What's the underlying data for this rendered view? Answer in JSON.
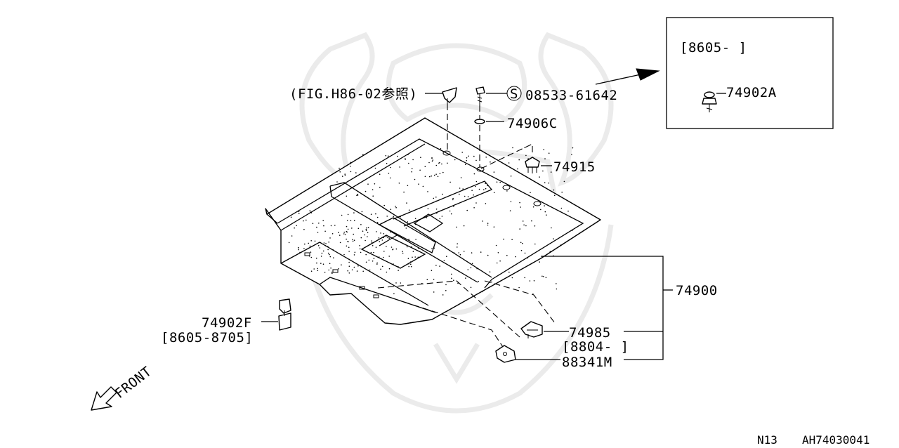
{
  "parts": {
    "fig_ref": "(FIG.H86-02参照)",
    "screw_symbol": "S",
    "screw_part": "08533-61642",
    "washer_part": "74906C",
    "clip_part": "74915",
    "inset_range": "[8605-    ]",
    "inset_part": "74902A",
    "main_part": "74900",
    "bracket_part": "74985",
    "bracket_range": "[8804-    ]",
    "pad_part": "88341M",
    "hook_part": "74902F",
    "hook_range": "[8605-8705]"
  },
  "orientation": {
    "label": "FRONT"
  },
  "footer": {
    "model": "N13",
    "diagram_id": "AH74030041"
  }
}
